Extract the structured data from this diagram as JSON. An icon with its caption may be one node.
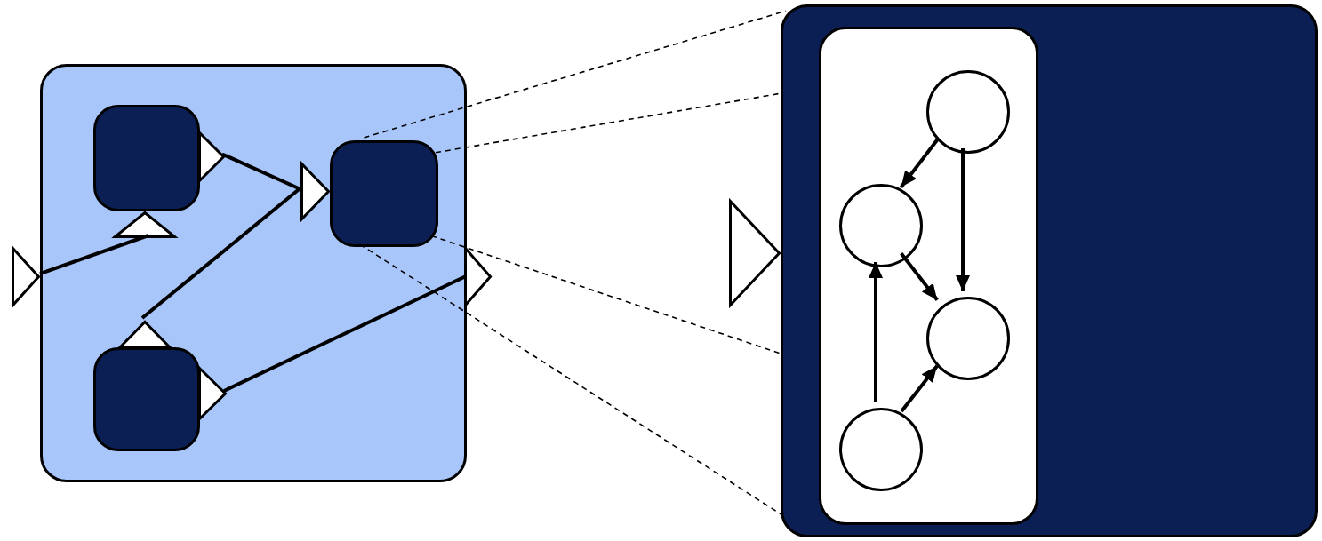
{
  "diagram": {
    "nodes": [
      {
        "text": [],
        "shape": "box"
      },
      {
        "text": [],
        "shape": "box",
        "in": 0
      },
      {
        "text": [],
        "shape": "box",
        "in": 0
      },
      {
        "text": [],
        "shape": "box",
        "in": 0
      },
      {
        "text": [],
        "shape": "box"
      },
      {
        "text": [],
        "shape": "box",
        "in": 4
      },
      {
        "text": [],
        "shape": "circle",
        "in": 5
      },
      {
        "text": [],
        "shape": "circle",
        "in": 5
      },
      {
        "text": [],
        "shape": "circle",
        "in": 5
      },
      {
        "text": [],
        "shape": "circle",
        "in": 5
      },
      {
        "text": [],
        "shape": "triangle"
      },
      {
        "text": [],
        "shape": "triangle",
        "in": 0
      },
      {
        "text": [],
        "shape": "triangle",
        "in": 0
      },
      {
        "text": [],
        "shape": "triangle",
        "in": 0
      },
      {
        "text": [],
        "shape": "triangle",
        "in": 0
      },
      {
        "text": [],
        "shape": "triangle",
        "in": 0
      },
      {
        "text": [],
        "shape": "triangle"
      },
      {
        "text": [],
        "shape": "triangle"
      }
    ],
    "edges": [
      {
        "from": 2,
        "to": 4,
        "arrow": "none",
        "style": "dashed"
      },
      {
        "from": 2,
        "to": 4,
        "arrow": "none",
        "style": "dashed"
      },
      {
        "from": 2,
        "to": 4,
        "arrow": "none",
        "style": "dashed"
      },
      {
        "from": 2,
        "to": 4,
        "arrow": "none",
        "style": "dashed"
      },
      {
        "from": 10,
        "to": 11,
        "arrow": "none"
      },
      {
        "from": 12,
        "to": 13,
        "arrow": "none"
      },
      {
        "from": 14,
        "to": 13,
        "arrow": "none"
      },
      {
        "from": 15,
        "to": 16,
        "arrow": "none"
      },
      {
        "from": 6,
        "to": 7,
        "arrow": "to"
      },
      {
        "from": 6,
        "to": 8,
        "arrow": "to"
      },
      {
        "from": 7,
        "to": 8,
        "arrow": "to"
      },
      {
        "from": 9,
        "to": 7,
        "arrow": "to"
      },
      {
        "from": 9,
        "to": 8,
        "arrow": "to"
      }
    ]
  }
}
